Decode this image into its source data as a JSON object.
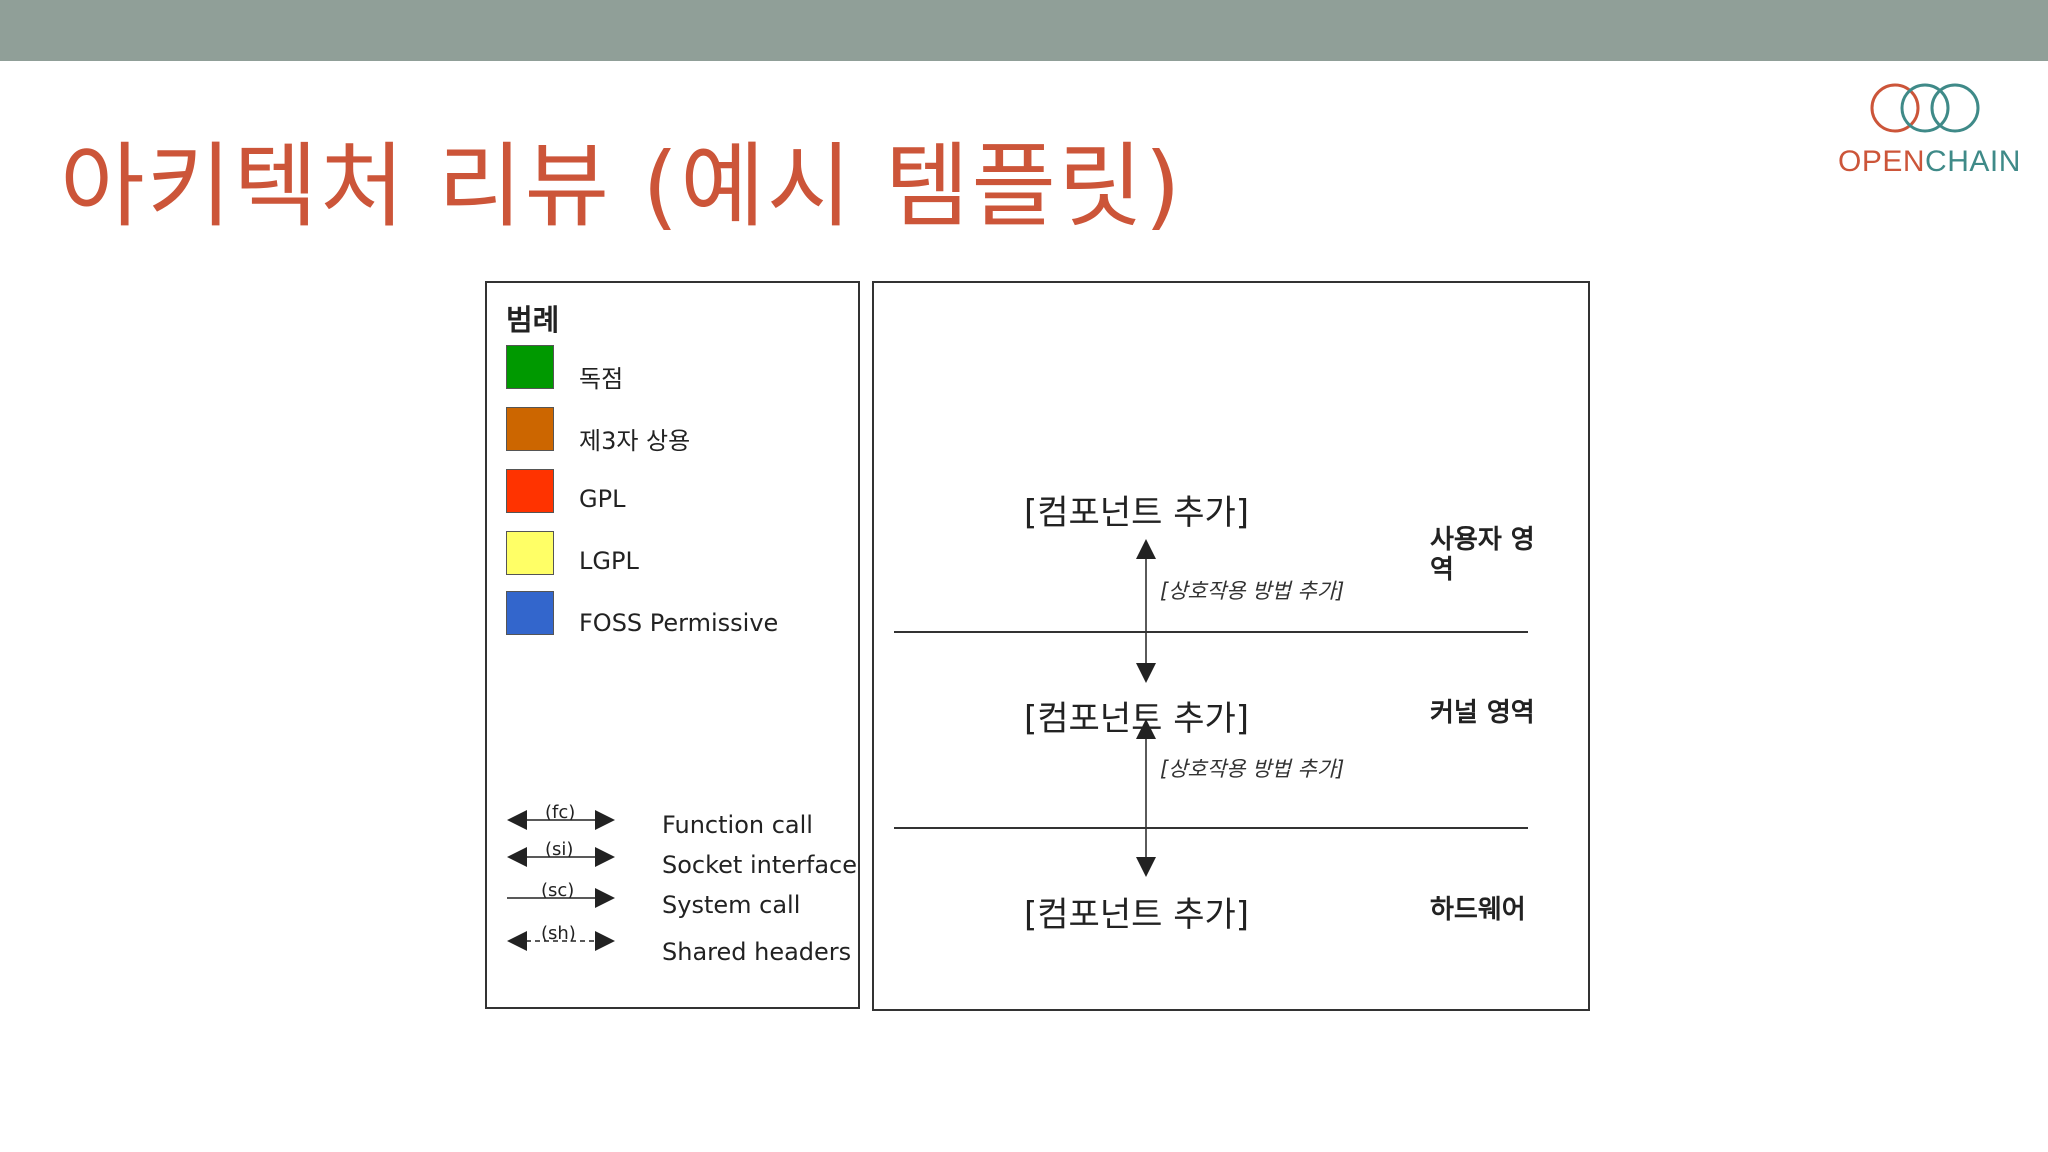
{
  "slide": {
    "title": "아키텍처 리뷰 (예시 템플릿)",
    "colors": {
      "title": "#cc5539",
      "topbar": "#909f98"
    }
  },
  "logo": {
    "part1": "OPEN",
    "part2": "CHAIN",
    "colors": {
      "open": "#cc5539",
      "chain": "#3f8a88"
    }
  },
  "legend": {
    "title": "범례",
    "items": [
      {
        "label": "독점",
        "color": "#009900"
      },
      {
        "label": "제3자 상용",
        "color": "#cc6600"
      },
      {
        "label": "GPL",
        "color": "#ff3300"
      },
      {
        "label": "LGPL",
        "color": "#ffff66"
      },
      {
        "label": "FOSS Permissive",
        "color": "#3366cc"
      }
    ],
    "arrows": [
      {
        "code": "(fc)",
        "label": "Function call"
      },
      {
        "code": "(si)",
        "label": "Socket interface"
      },
      {
        "code": "(sc)",
        "label": "System call"
      },
      {
        "code": "(sh)",
        "label": "Shared headers"
      }
    ]
  },
  "diagram": {
    "layers": [
      {
        "component": "[컴포넌트 추가]",
        "zone": "사용자 영역"
      },
      {
        "component": "[컴포넌트 추가]",
        "zone": "커널 영역"
      },
      {
        "component": "[컴포넌트 추가]",
        "zone": "하드웨어"
      }
    ],
    "interactions": [
      "[상호작용 방법 추가]",
      "[상호작용 방법 추가]"
    ]
  }
}
